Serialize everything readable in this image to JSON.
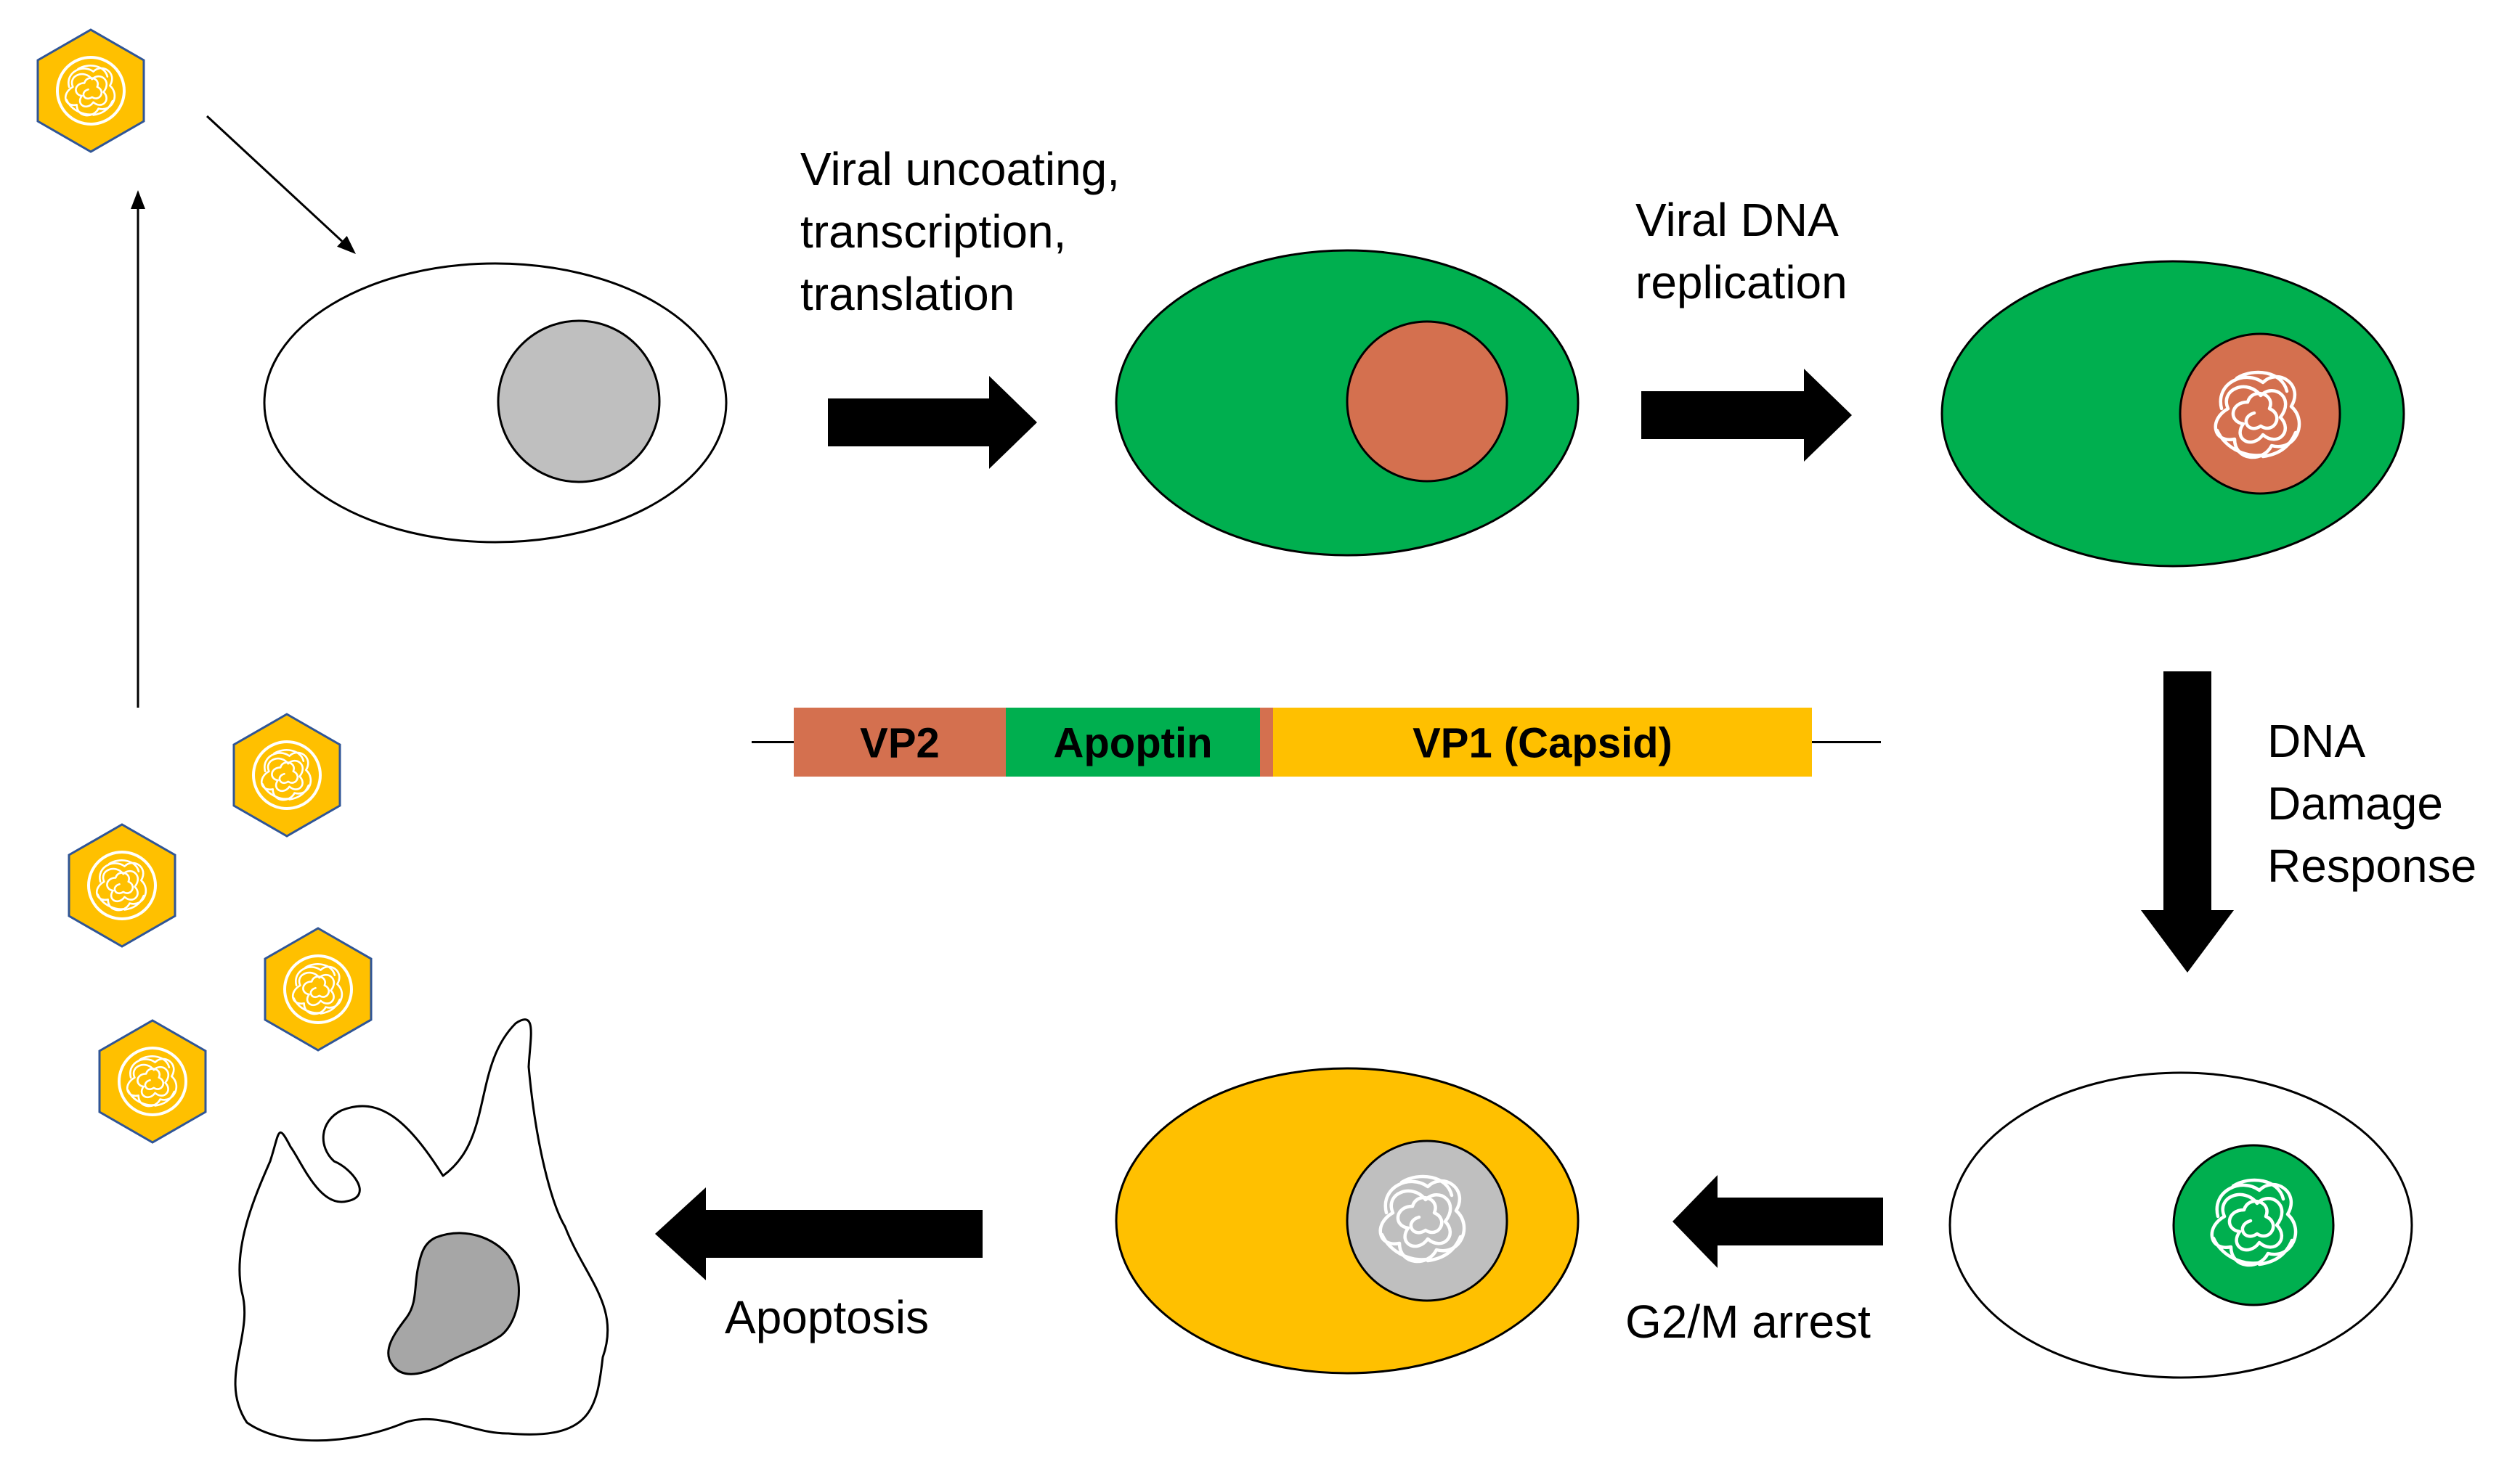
{
  "labels": {
    "step1": [
      "Viral uncoating,",
      "transcription,",
      "translation"
    ],
    "step2": [
      "Viral DNA",
      "replication"
    ],
    "step3": [
      "DNA",
      "Damage",
      "Response"
    ],
    "step4": "G2/M arrest",
    "step5": "Apoptosis"
  },
  "genome_map": {
    "segments": [
      {
        "name": "VP2",
        "color": "#D4704F"
      },
      {
        "name": "Apoptin",
        "color": "#00AF4F"
      },
      {
        "name": "",
        "color": "#D4704F"
      },
      {
        "name": "VP1 (Capsid)",
        "color": "#FFC000"
      }
    ]
  },
  "colors": {
    "green": "#00AF4F",
    "orange_red": "#D4704F",
    "gold": "#FFC000",
    "gray": "#BFBFBF",
    "dark_gray": "#A6A6A6",
    "black": "#000000",
    "white": "#FFFFFF"
  }
}
